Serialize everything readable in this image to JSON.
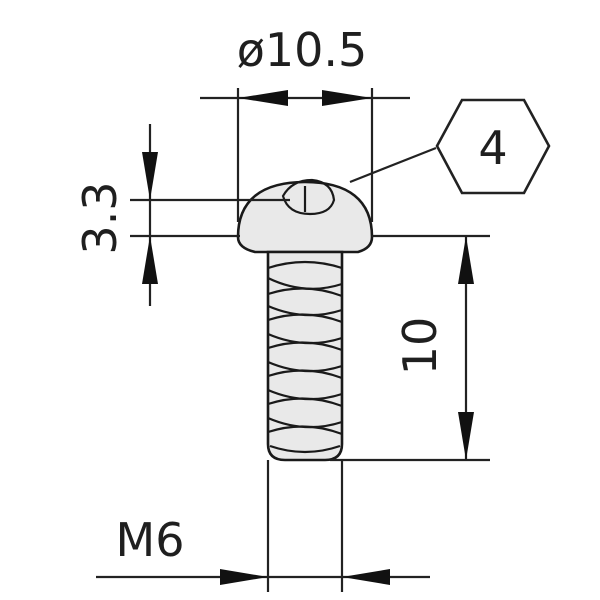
{
  "dimensions": {
    "head_diameter": "ø10.5",
    "head_height": "3.3",
    "length": "10",
    "thread": "M6"
  },
  "drive": {
    "hex_key_size": "4"
  },
  "colors": {
    "line": "#222222",
    "part_fill": "#e9e9e9",
    "background": "#ffffff"
  }
}
